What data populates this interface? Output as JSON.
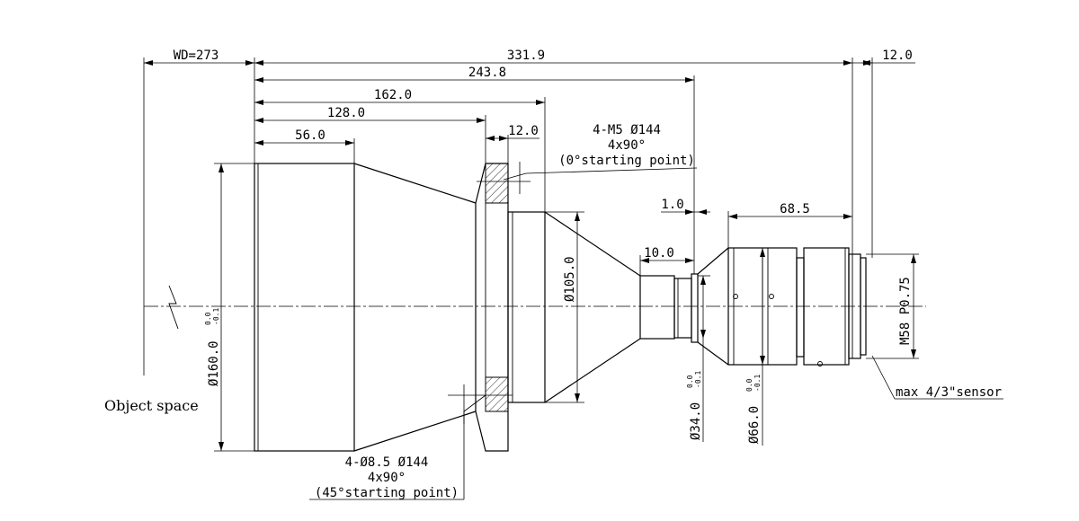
{
  "dims": {
    "wd": "WD=273",
    "total": "331.9",
    "back": "12.0",
    "d243": "243.8",
    "d162": "162.0",
    "d128": "128.0",
    "d56": "56.0",
    "flange": "12.0",
    "d1": "1.0",
    "d685": "68.5",
    "d10": "10.0"
  },
  "diameters": {
    "d160": "Ø160.0",
    "d160_tol_upper": "0.0",
    "d160_tol_lower": "-0.1",
    "d105": "Ø105.0",
    "d34": "Ø34.0",
    "d34_tol_upper": "0.0",
    "d34_tol_lower": "-0.1",
    "d66": "Ø66.0",
    "d66_tol_upper": "0.0",
    "d66_tol_lower": "-0.1",
    "thread": "M58 P0.75"
  },
  "notes": {
    "top_hole_1": "4-M5 Ø144",
    "top_hole_2": "4x90°",
    "top_hole_3": "(0°starting point)",
    "bottom_hole_1": "4-Ø8.5 Ø144",
    "bottom_hole_2": "4x90°",
    "bottom_hole_3": "(45°starting point)",
    "object_space": "Object space",
    "sensor": "max 4/3\"sensor"
  }
}
